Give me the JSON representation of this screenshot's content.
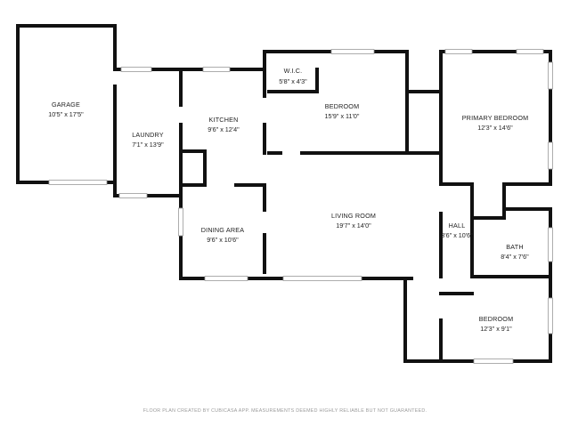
{
  "rooms": {
    "garage": {
      "name": "GARAGE",
      "dims": "10'5\" x 17'5\""
    },
    "laundry": {
      "name": "LAUNDRY",
      "dims": "7'1\" x 13'9\""
    },
    "kitchen": {
      "name": "KITCHEN",
      "dims": "9'6\" x 12'4\""
    },
    "wic": {
      "name": "W.I.C.",
      "dims": "5'8\" x 4'3\""
    },
    "bedroom1": {
      "name": "BEDROOM",
      "dims": "15'9\" x 11'0\""
    },
    "primary": {
      "name": "PRIMARY BEDROOM",
      "dims": "12'3\" x 14'6\""
    },
    "dining": {
      "name": "DINING AREA",
      "dims": "9'6\" x 10'6\""
    },
    "living": {
      "name": "LIVING ROOM",
      "dims": "19'7\" x 14'0\""
    },
    "hall": {
      "name": "HALL",
      "dims": "3'6\" x 10'6\""
    },
    "bath": {
      "name": "BATH",
      "dims": "8'4\" x 7'6\""
    },
    "bedroom2": {
      "name": "BEDROOM",
      "dims": "12'3\" x 9'1\""
    }
  },
  "footer": "FLOOR PLAN CREATED BY CUBICASA APP. MEASUREMENTS DEEMED HIGHLY RELIABLE BUT NOT GUARANTEED."
}
